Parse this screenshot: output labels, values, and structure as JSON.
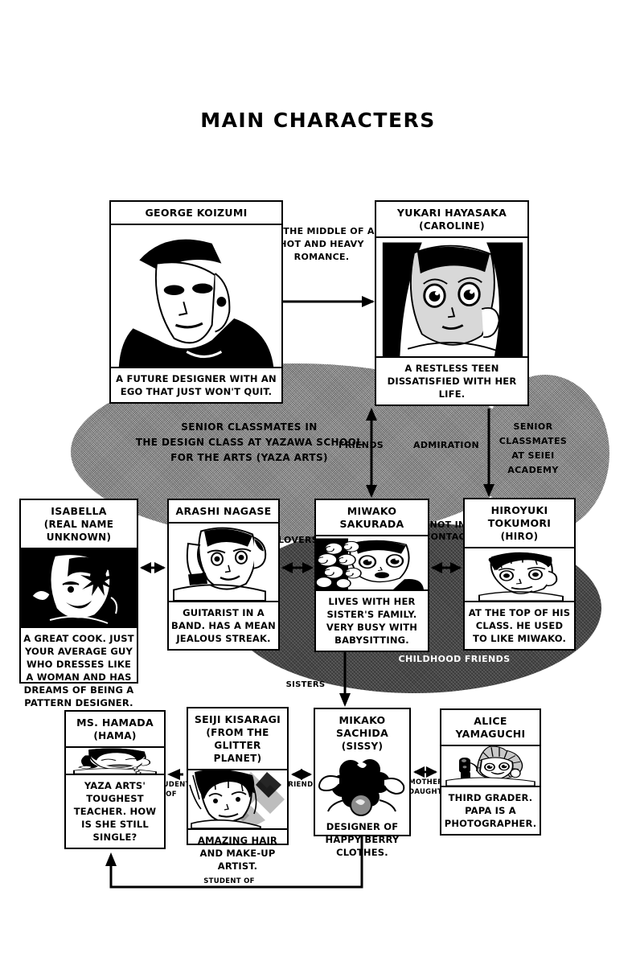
{
  "page": {
    "title": "MAIN CHARACTERS"
  },
  "groups": [
    {
      "id": "yaza-arts",
      "label": "SENIOR CLASSMATES IN\nTHE DESIGN CLASS AT YAZAWA SCHOOL\nFOR THE ARTS (YAZA ARTS)",
      "shade": "grey"
    },
    {
      "id": "seiei-academy",
      "label": "SENIOR\nCLASSMATES\nAT SEIEI\nACADEMY",
      "shade": "grey"
    },
    {
      "id": "childhood-friends",
      "label": "CHILDHOOD FRIENDS",
      "shade": "dark"
    }
  ],
  "characters": {
    "george": {
      "name": "GEORGE KOIZUMI",
      "alias": "",
      "description": "A FUTURE DESIGNER WITH AN EGO THAT JUST WON'T QUIT."
    },
    "yukari": {
      "name": "YUKARI HAYASAKA",
      "alias": "(CAROLINE)",
      "description": "A RESTLESS TEEN DISSATISFIED WITH HER LIFE."
    },
    "isabella": {
      "name": "ISABELLA",
      "alias": "(REAL NAME UNKNOWN)",
      "description": "A GREAT COOK. JUST YOUR AVERAGE GUY WHO DRESSES LIKE A WOMAN AND HAS DREAMS OF BEING A PATTERN DESIGNER."
    },
    "arashi": {
      "name": "ARASHI NAGASE",
      "alias": "",
      "description": "GUITARIST IN A BAND. HAS A MEAN JEALOUS STREAK."
    },
    "miwako": {
      "name": "MIWAKO SAKURADA",
      "alias": "",
      "description": "LIVES WITH HER SISTER'S FAMILY. VERY BUSY WITH BABYSITTING."
    },
    "hiroyuki": {
      "name": "HIROYUKI TOKUMORI",
      "alias": "(HIRO)",
      "description": "AT THE TOP OF HIS CLASS. HE USED TO LIKE MIWAKO."
    },
    "hamada": {
      "name": "MS. HAMADA",
      "alias": "(HAMA)",
      "description": "YAZA ARTS' TOUGHEST TEACHER. HOW IS SHE STILL SINGLE?"
    },
    "seiji": {
      "name": "SEIJI KISARAGI",
      "alias": "(FROM THE GLITTER PLANET)",
      "description": "AMAZING HAIR AND MAKE-UP ARTIST."
    },
    "mikako": {
      "name": "MIKAKO SACHIDA",
      "alias": "(SISSY)",
      "description": "DESIGNER OF HAPPY BERRY CLOTHES."
    },
    "alice": {
      "name": "ALICE YAMAGUCHI",
      "alias": "",
      "description": "THIRD GRADER. PAPA IS A PHOTOGRAPHER."
    }
  },
  "relations": {
    "romance": "IN THE MIDDLE OF A HOT AND HEAVY ROMANCE.",
    "friends": "FRIENDS",
    "admiration": "ADMIRATION",
    "lovers": "LOVERS",
    "not_in_contact": "NOT IN CONTACT",
    "sisters": "SISTERS",
    "student_of_seiji_hamada": "STUDENT OF",
    "friends_mikako_seiji": "FRIENDS",
    "mother_daughter": "MOTHER / DAUGHTER",
    "student_of_bottom": "STUDENT OF"
  },
  "colors": {
    "ink": "#000000",
    "paper": "#ffffff",
    "grey_oval": "#b9b9b9",
    "dark_oval": "#3a3a3a"
  }
}
